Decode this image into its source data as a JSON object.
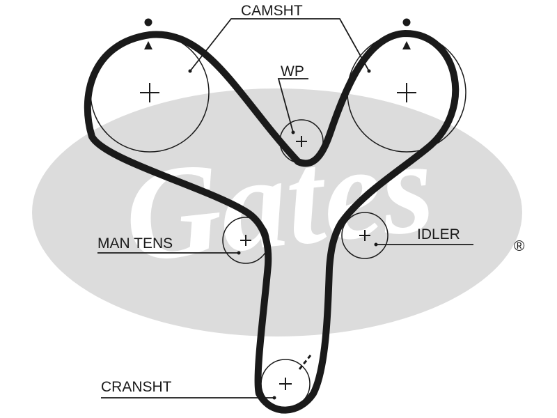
{
  "watermark": {
    "brand": "Gates",
    "registered_mark": "®",
    "color": "#dcdcdc"
  },
  "labels": {
    "camshaft": "CAMSHT",
    "water_pump": "WP",
    "manual_tensioner": "MAN TENS",
    "idler": "IDLER",
    "crankshaft": "CRANSHT"
  },
  "timing_marks": {
    "left_cam": "dot-and-triangle",
    "right_cam": "dot-and-triangle",
    "crank": "dash"
  },
  "colors": {
    "belt": "#1a1a1a",
    "pulley": "#1a1a1a",
    "background": "#ffffff"
  }
}
